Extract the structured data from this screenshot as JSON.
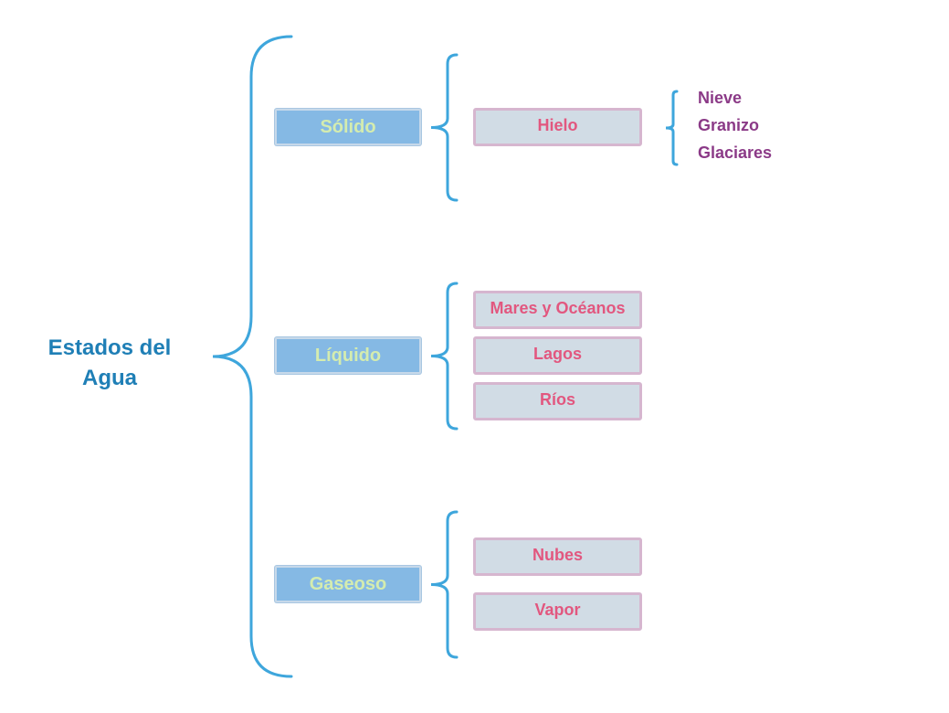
{
  "title": "Estados del Agua",
  "colors": {
    "brace": "#3ea6dc",
    "title": "#1f7fb6",
    "state_fill": "#85b9e4",
    "state_text": "#d4ecaf",
    "item_fill": "#d1dce5",
    "item_border": "#d6b6cf",
    "item_text": "#e2577f",
    "leaf_text": "#8b3a87"
  },
  "states": [
    {
      "label": "Sólido",
      "items": [
        {
          "label": "Hielo",
          "subitems": [
            "Nieve",
            "Granizo",
            "Glaciares"
          ]
        }
      ]
    },
    {
      "label": "Líquido",
      "items": [
        {
          "label": "Mares y Océanos"
        },
        {
          "label": "Lagos"
        },
        {
          "label": "Ríos"
        }
      ]
    },
    {
      "label": "Gaseoso",
      "items": [
        {
          "label": "Nubes"
        },
        {
          "label": "Vapor"
        }
      ]
    }
  ]
}
